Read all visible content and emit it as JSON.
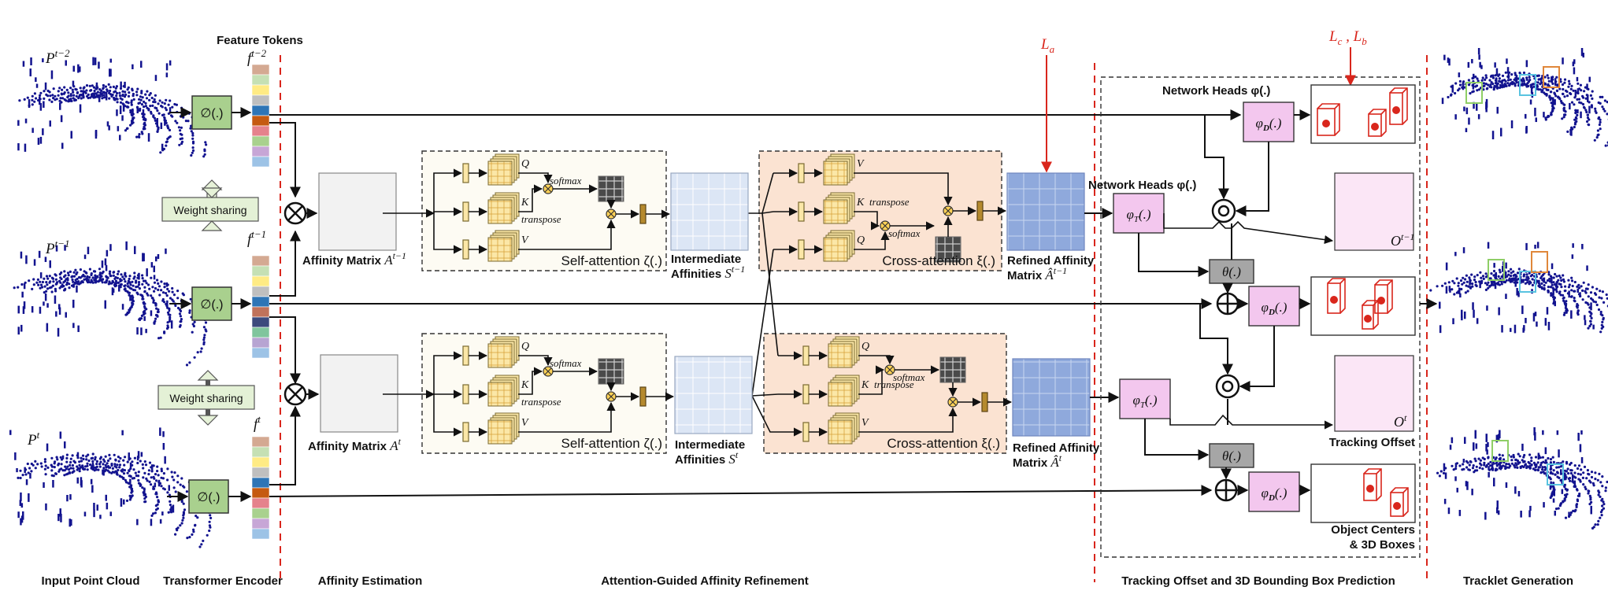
{
  "sections": {
    "input_point_cloud": "Input Point Cloud",
    "transformer_encoder": "Transformer Encoder",
    "affinity_estimation": "Affinity Estimation",
    "affinity_refinement": "Attention-Guided  Affinity Refinement",
    "tracking_prediction": "Tracking Offset and 3D Bounding Box Prediction",
    "tracklet_generation": "Tracklet Generation"
  },
  "feature_tokens_title": "Feature Tokens",
  "frames": [
    {
      "cloud": "P",
      "cloud_sup": "t−2",
      "token": "f",
      "token_sup": "t−2"
    },
    {
      "cloud": "P",
      "cloud_sup": "t−1",
      "token": "f",
      "token_sup": "t−1"
    },
    {
      "cloud": "P",
      "cloud_sup": "t",
      "token": "f",
      "token_sup": "t"
    }
  ],
  "encoder_label": "∅(.)",
  "weight_sharing": "Weight sharing",
  "affinity": [
    {
      "label": "Affinity Matrix ",
      "sym": "A",
      "sup": "t−1"
    },
    {
      "label": "Affinity Matrix ",
      "sym": "A",
      "sup": "t"
    }
  ],
  "self_attention": "Self-attention ζ(.)",
  "cross_attention": "Cross-attention ξ(.)",
  "q": "Q",
  "k": "K",
  "v": "V",
  "transpose": "transpose",
  "softmax": "softmax",
  "intermediate_label": "Intermediate",
  "affinities_label": "Affinities ",
  "intermediate": [
    {
      "sym": "S",
      "sup": "t−1"
    },
    {
      "sym": "S",
      "sup": "t"
    }
  ],
  "refined_title": "Refined Affinity",
  "refined_matrix": "Matrix ",
  "refined": [
    {
      "sym": "Â",
      "sup": "t−1"
    },
    {
      "sym": "Â",
      "sup": "t"
    }
  ],
  "loss_a": "L",
  "loss_a_sub": "a",
  "loss_cb": "L",
  "loss_c_sub": "c",
  "loss_sep": " , L",
  "loss_b_sub": "b",
  "network_heads": "Network Heads φ(.)",
  "phi_t": "φ",
  "phi_t_sub": "T",
  "phi_t_tail": "(.)",
  "phi_d": "φ",
  "phi_d_sub": "D",
  "phi_d_tail": "(.)",
  "theta": "θ(.)",
  "offsets": [
    {
      "sym": "O",
      "sup": "t−1"
    },
    {
      "sym": "O",
      "sup": "t"
    }
  ],
  "tracking_offset": "Tracking Offset",
  "object_centers_1": "Object Centers",
  "object_centers_2": "& 3D Boxes",
  "colors": {
    "encoder_box": "#a9d08e",
    "self_attn_bg": "#fdfbf3",
    "cross_attn_bg": "#fbe3d2",
    "intermediate": "#dce6f5",
    "refined": "#8fa9dc",
    "head_box": "#f3c7ee",
    "theta_box": "#a6a6a6",
    "cloud": "#12138f",
    "loss": "#d9261c"
  }
}
